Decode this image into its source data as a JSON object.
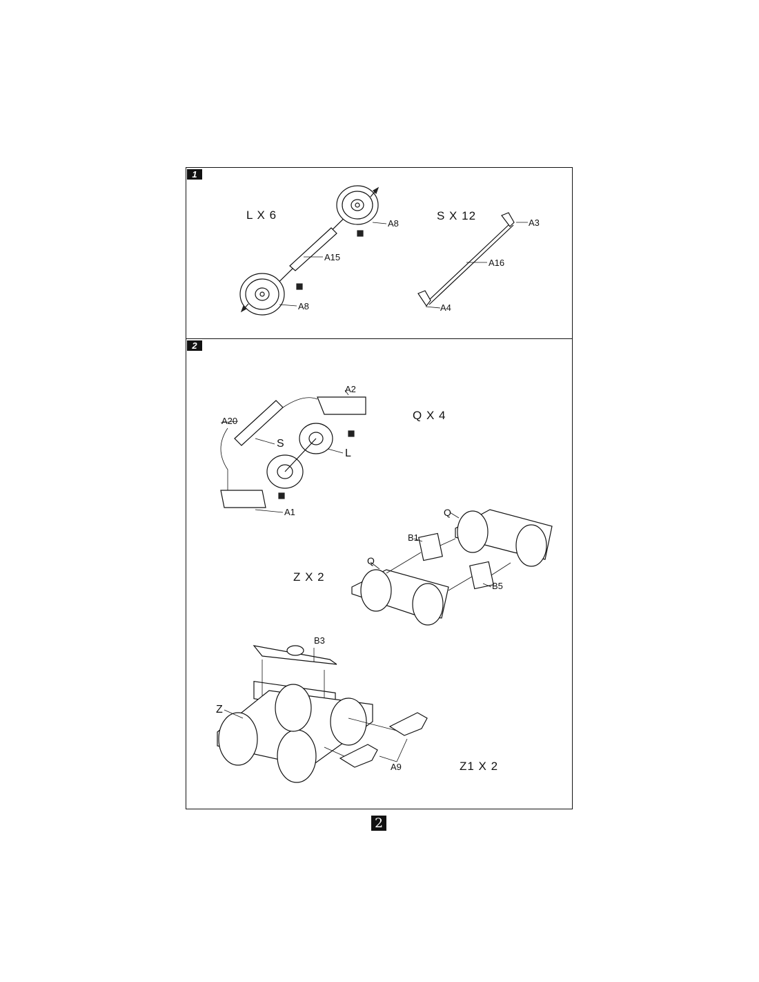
{
  "page_number": "2",
  "steps": [
    {
      "number": "1",
      "quantities": {
        "wheelset": "L X 6",
        "spring": "S X 12"
      },
      "labels": {
        "a8_top": "A8",
        "a15": "A15",
        "a8_bottom": "A8",
        "a3": "A3",
        "a16": "A16",
        "a4": "A4"
      }
    },
    {
      "number": "2",
      "quantities": {
        "frame": "Q X 4",
        "bogie": "Z X 2",
        "truck": "Z1 X 2"
      },
      "labels": {
        "a2": "A2",
        "a20": "A20",
        "s": "S",
        "l": "L",
        "a1": "A1",
        "q_top": "Q",
        "b1": "B1",
        "q_left": "Q",
        "b5": "B5",
        "b3": "B3",
        "z": "Z",
        "a9": "A9"
      }
    }
  ],
  "glue_icon": "superglue-icon"
}
